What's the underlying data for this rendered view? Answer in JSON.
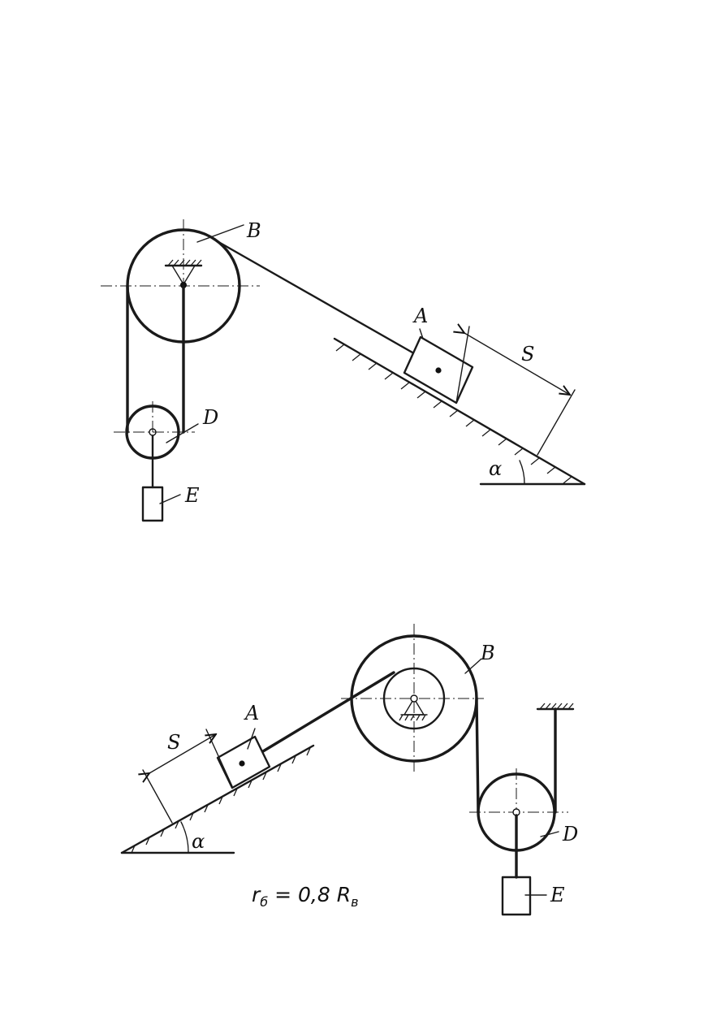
{
  "figure1": {
    "labels": {
      "pulley_b": "B",
      "block_a": "A",
      "distance_s": "S",
      "pulley_d": "D",
      "weight_e": "E",
      "angle": "α"
    }
  },
  "figure2": {
    "labels": {
      "pulley_b": "B",
      "block_a": "A",
      "distance_s": "S",
      "pulley_d": "D",
      "weight_e": "E",
      "angle": "α"
    },
    "formula": {
      "r": "r",
      "r_sub": "б",
      "equals": " = 0,8 ",
      "R": "R",
      "R_sub": "в"
    }
  }
}
